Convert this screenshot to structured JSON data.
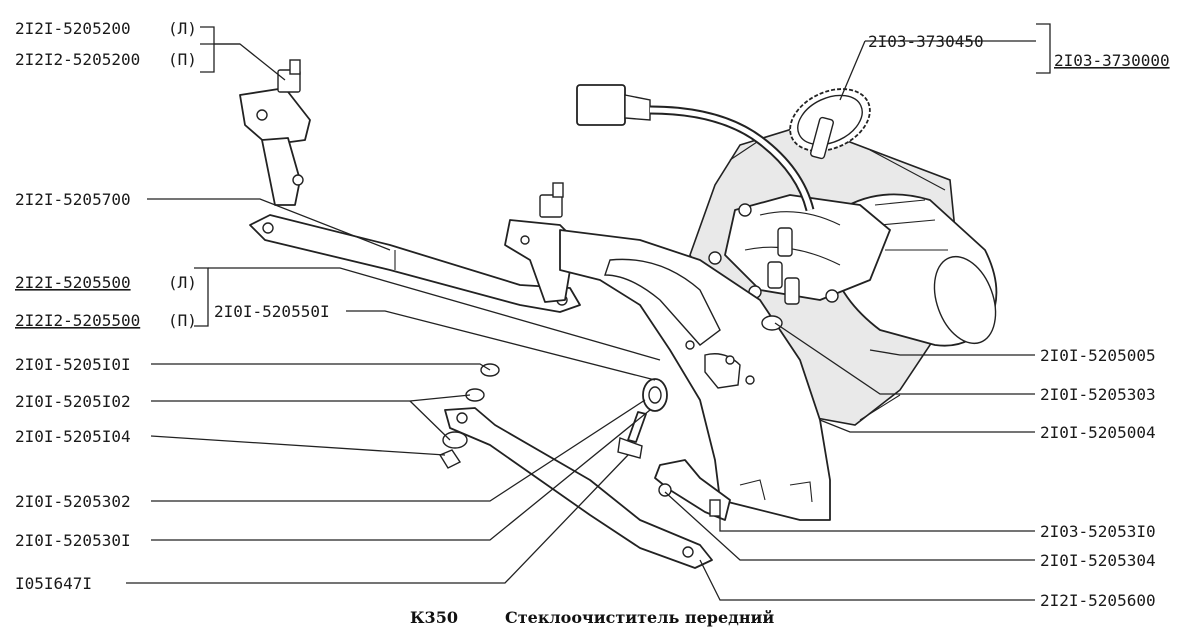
{
  "labels": {
    "l1": "2I2I-5205200",
    "l1s": "(Л)",
    "l2": "2I2I2-5205200",
    "l2s": "(П)",
    "l3": "2I2I-5205700",
    "l4": "2I2I-5205500",
    "l4s": "(Л)",
    "l5": "2I2I2-5205500",
    "l5s": "(П)",
    "l6": "2I0I-520550I",
    "l7": "2I0I-5205I0I",
    "l8": "2I0I-5205I02",
    "l9": "2I0I-5205I04",
    "l10": "2I0I-5205302",
    "l11": "2I0I-520530I",
    "l12": "I05I647I",
    "r1": "2I03-3730450",
    "r2": "2I03-3730000",
    "r3": "2I0I-5205005",
    "r4": "2I0I-5205303",
    "r5": "2I0I-5205004",
    "r6": "2I03-52053I0",
    "r7": "2I0I-5205304",
    "r8": "2I2I-5205600"
  },
  "caption": {
    "code": "К350",
    "title": "Стеклоочиститель передний"
  }
}
